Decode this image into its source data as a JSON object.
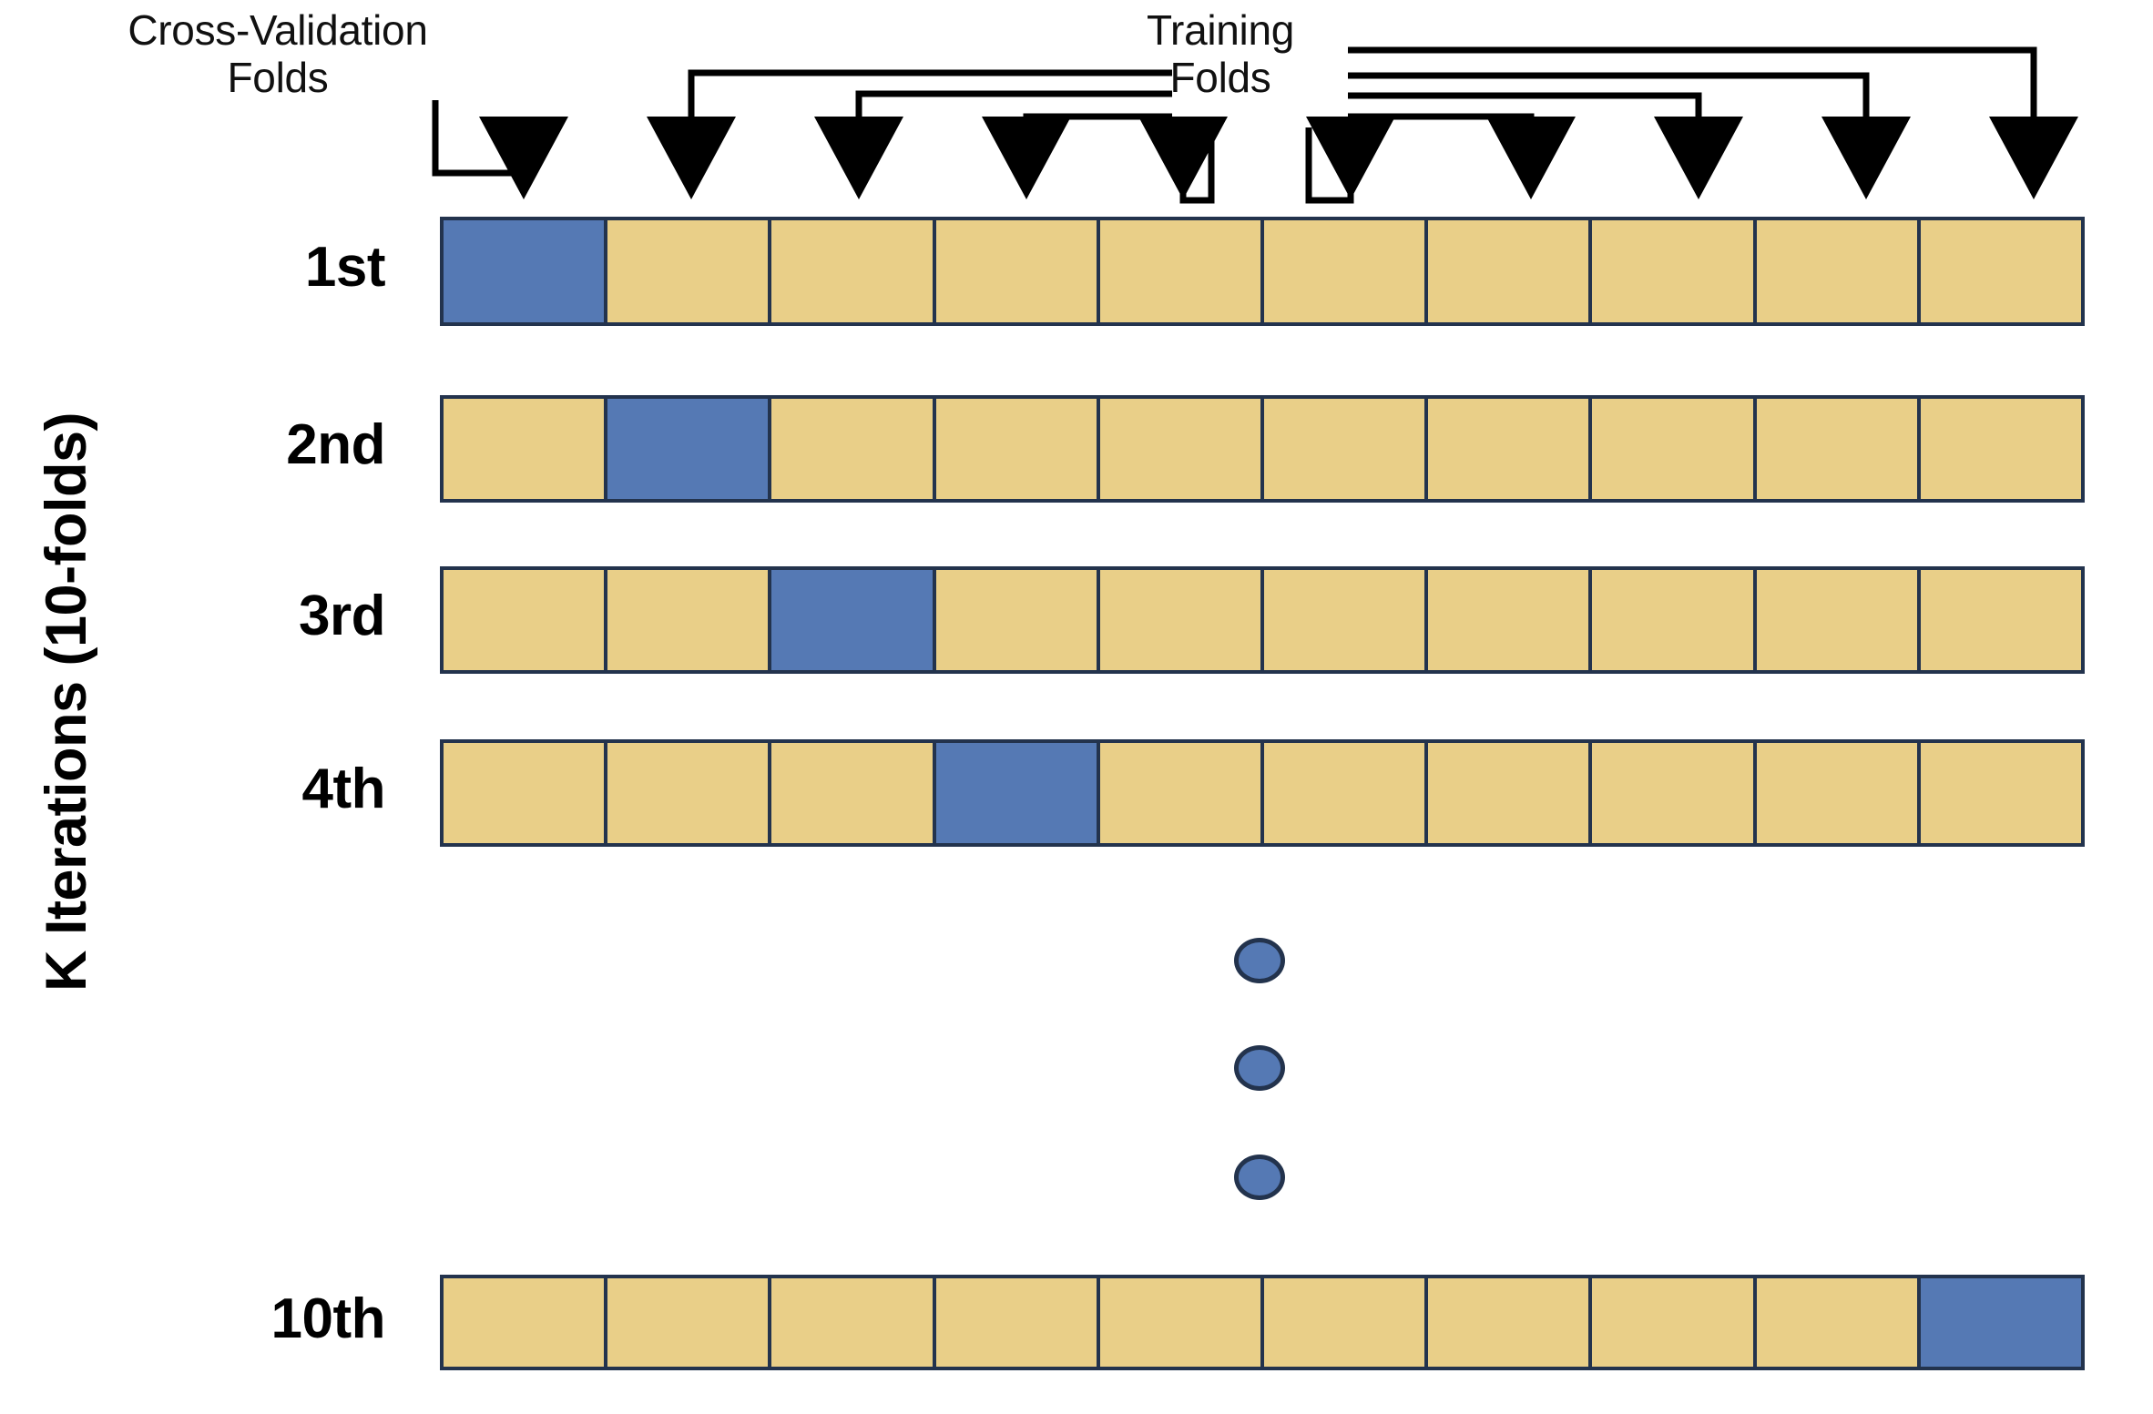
{
  "figure": {
    "type": "k-fold-cross-validation-diagram",
    "axis_label": "K Iterations (10-folds)",
    "callouts": {
      "cross_validation": "Cross-Validation\nFolds",
      "training": "Training\nFolds"
    },
    "colors": {
      "validation_fold": "#5579b4",
      "training_fold": "#e9cf88",
      "cell_border": "#23334d",
      "arrow": "#000000",
      "background": "#ffffff"
    },
    "n_folds": 10,
    "iterations": [
      {
        "label": "1st",
        "validation_index": 1,
        "cells": [
          "val",
          "train",
          "train",
          "train",
          "train",
          "train",
          "train",
          "train",
          "train",
          "train"
        ]
      },
      {
        "label": "2nd",
        "validation_index": 2,
        "cells": [
          "train",
          "val",
          "train",
          "train",
          "train",
          "train",
          "train",
          "train",
          "train",
          "train"
        ]
      },
      {
        "label": "3rd",
        "validation_index": 3,
        "cells": [
          "train",
          "train",
          "val",
          "train",
          "train",
          "train",
          "train",
          "train",
          "train",
          "train"
        ]
      },
      {
        "label": "4th",
        "validation_index": 4,
        "cells": [
          "train",
          "train",
          "train",
          "val",
          "train",
          "train",
          "train",
          "train",
          "train",
          "train"
        ]
      },
      {
        "label": "10th",
        "validation_index": 10,
        "cells": [
          "train",
          "train",
          "train",
          "train",
          "train",
          "train",
          "train",
          "train",
          "train",
          "val"
        ]
      }
    ],
    "ellipsis_dots": 3,
    "arrow_targets": {
      "cross_validation_folds": [
        1
      ],
      "training_folds": [
        2,
        3,
        4,
        5,
        6,
        7,
        8,
        9,
        10
      ]
    }
  }
}
